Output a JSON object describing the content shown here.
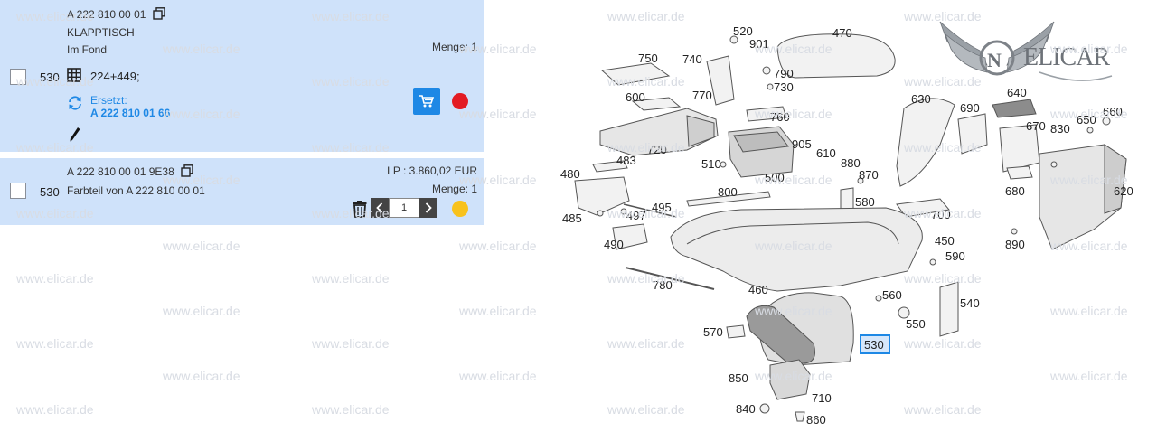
{
  "watermark": "www.elicar.de",
  "items": [
    {
      "part_number": "A 222 810 00 01",
      "name": "KLAPPTISCH",
      "position_note": "Im Fond",
      "quantity_label": "Menge: 1",
      "pos": "530",
      "table_ref": "224+449;",
      "replaced_label": "Ersetzt:",
      "replaced_number": "A 222 810 01 66"
    },
    {
      "part_number": "A 222 810 00 01 9E38",
      "name": "Farbteil von A 222 810 00 01",
      "price_label": "LP : 3.860,02 EUR",
      "quantity_label": "Menge: 1",
      "pos": "530",
      "qty_value": "1"
    }
  ],
  "colors": {
    "card_bg": "#cfe2fa",
    "cart_button": "#1e88e5",
    "status_unavailable": "#e31b23",
    "status_limited": "#f8c21c",
    "link": "#1e88e5",
    "highlight": "#1e88e5"
  },
  "icons": [
    "copy-icon",
    "grid-icon",
    "refresh-icon",
    "pencil-icon",
    "cart-icon",
    "trash-icon",
    "chevron-left-icon",
    "chevron-right-icon"
  ],
  "diagram": {
    "highlighted_part": "530",
    "logo_text": "ELICAR",
    "labels": [
      "520",
      "901",
      "470",
      "750",
      "740",
      "790",
      "730",
      "600",
      "770",
      "760",
      "630",
      "690",
      "640",
      "670",
      "830",
      "650",
      "660",
      "720",
      "510",
      "905",
      "610",
      "880",
      "483",
      "870",
      "500",
      "580",
      "480",
      "800",
      "485",
      "497",
      "495",
      "700",
      "680",
      "620",
      "490",
      "450",
      "590",
      "890",
      "780",
      "460",
      "560",
      "540",
      "550",
      "570",
      "850",
      "710",
      "840",
      "860"
    ]
  }
}
